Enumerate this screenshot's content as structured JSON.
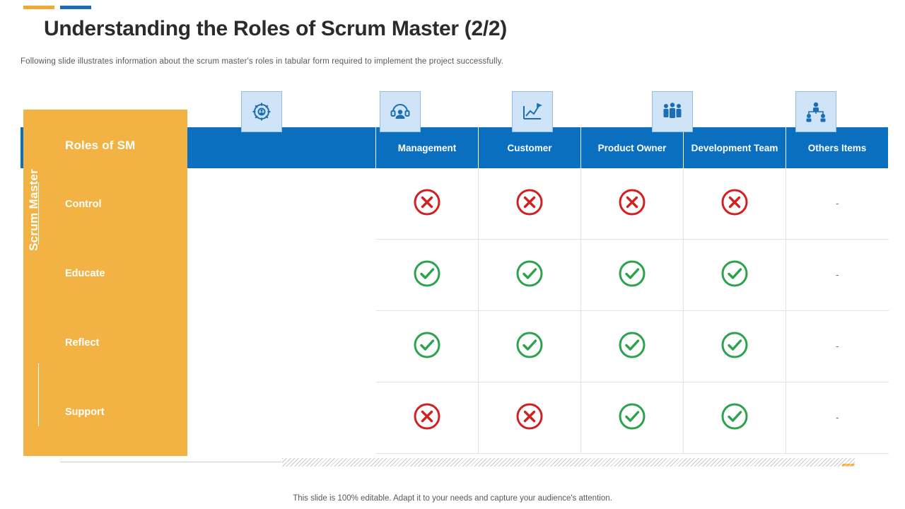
{
  "slide": {
    "title": "Understanding the Roles of Scrum Master (2/2)",
    "subtitle": "Following slide illustrates information about the scrum master's roles in tabular form required to implement the project successfully.",
    "footer_note": "This slide is 100% editable. Adapt it to your needs and capture your audience's attention.",
    "accent_orange": "#f2b244",
    "accent_blue": "#0b6fc0",
    "check_green": "#2ba24c",
    "cross_red": "#d02020"
  },
  "table": {
    "side_label": "Scrum Master",
    "columns": [
      {
        "label": "Roles of SM",
        "icon": ""
      },
      {
        "label": "Management",
        "icon": "gear-person-icon"
      },
      {
        "label": "Customer",
        "icon": "headset-support-icon"
      },
      {
        "label": "Product Owner",
        "icon": "chart-flag-icon"
      },
      {
        "label": "Development Team",
        "icon": "team-group-icon"
      },
      {
        "label": "Others Items",
        "icon": "org-chart-icon"
      }
    ],
    "rows": [
      {
        "label": "Control",
        "values": [
          "cross",
          "cross",
          "cross",
          "cross",
          "-"
        ]
      },
      {
        "label": "Educate",
        "values": [
          "check",
          "check",
          "check",
          "check",
          "-"
        ]
      },
      {
        "label": "Reflect",
        "values": [
          "check",
          "check",
          "check",
          "check",
          "-"
        ]
      },
      {
        "label": "Support",
        "values": [
          "cross",
          "cross",
          "check",
          "check",
          "-"
        ]
      }
    ]
  }
}
